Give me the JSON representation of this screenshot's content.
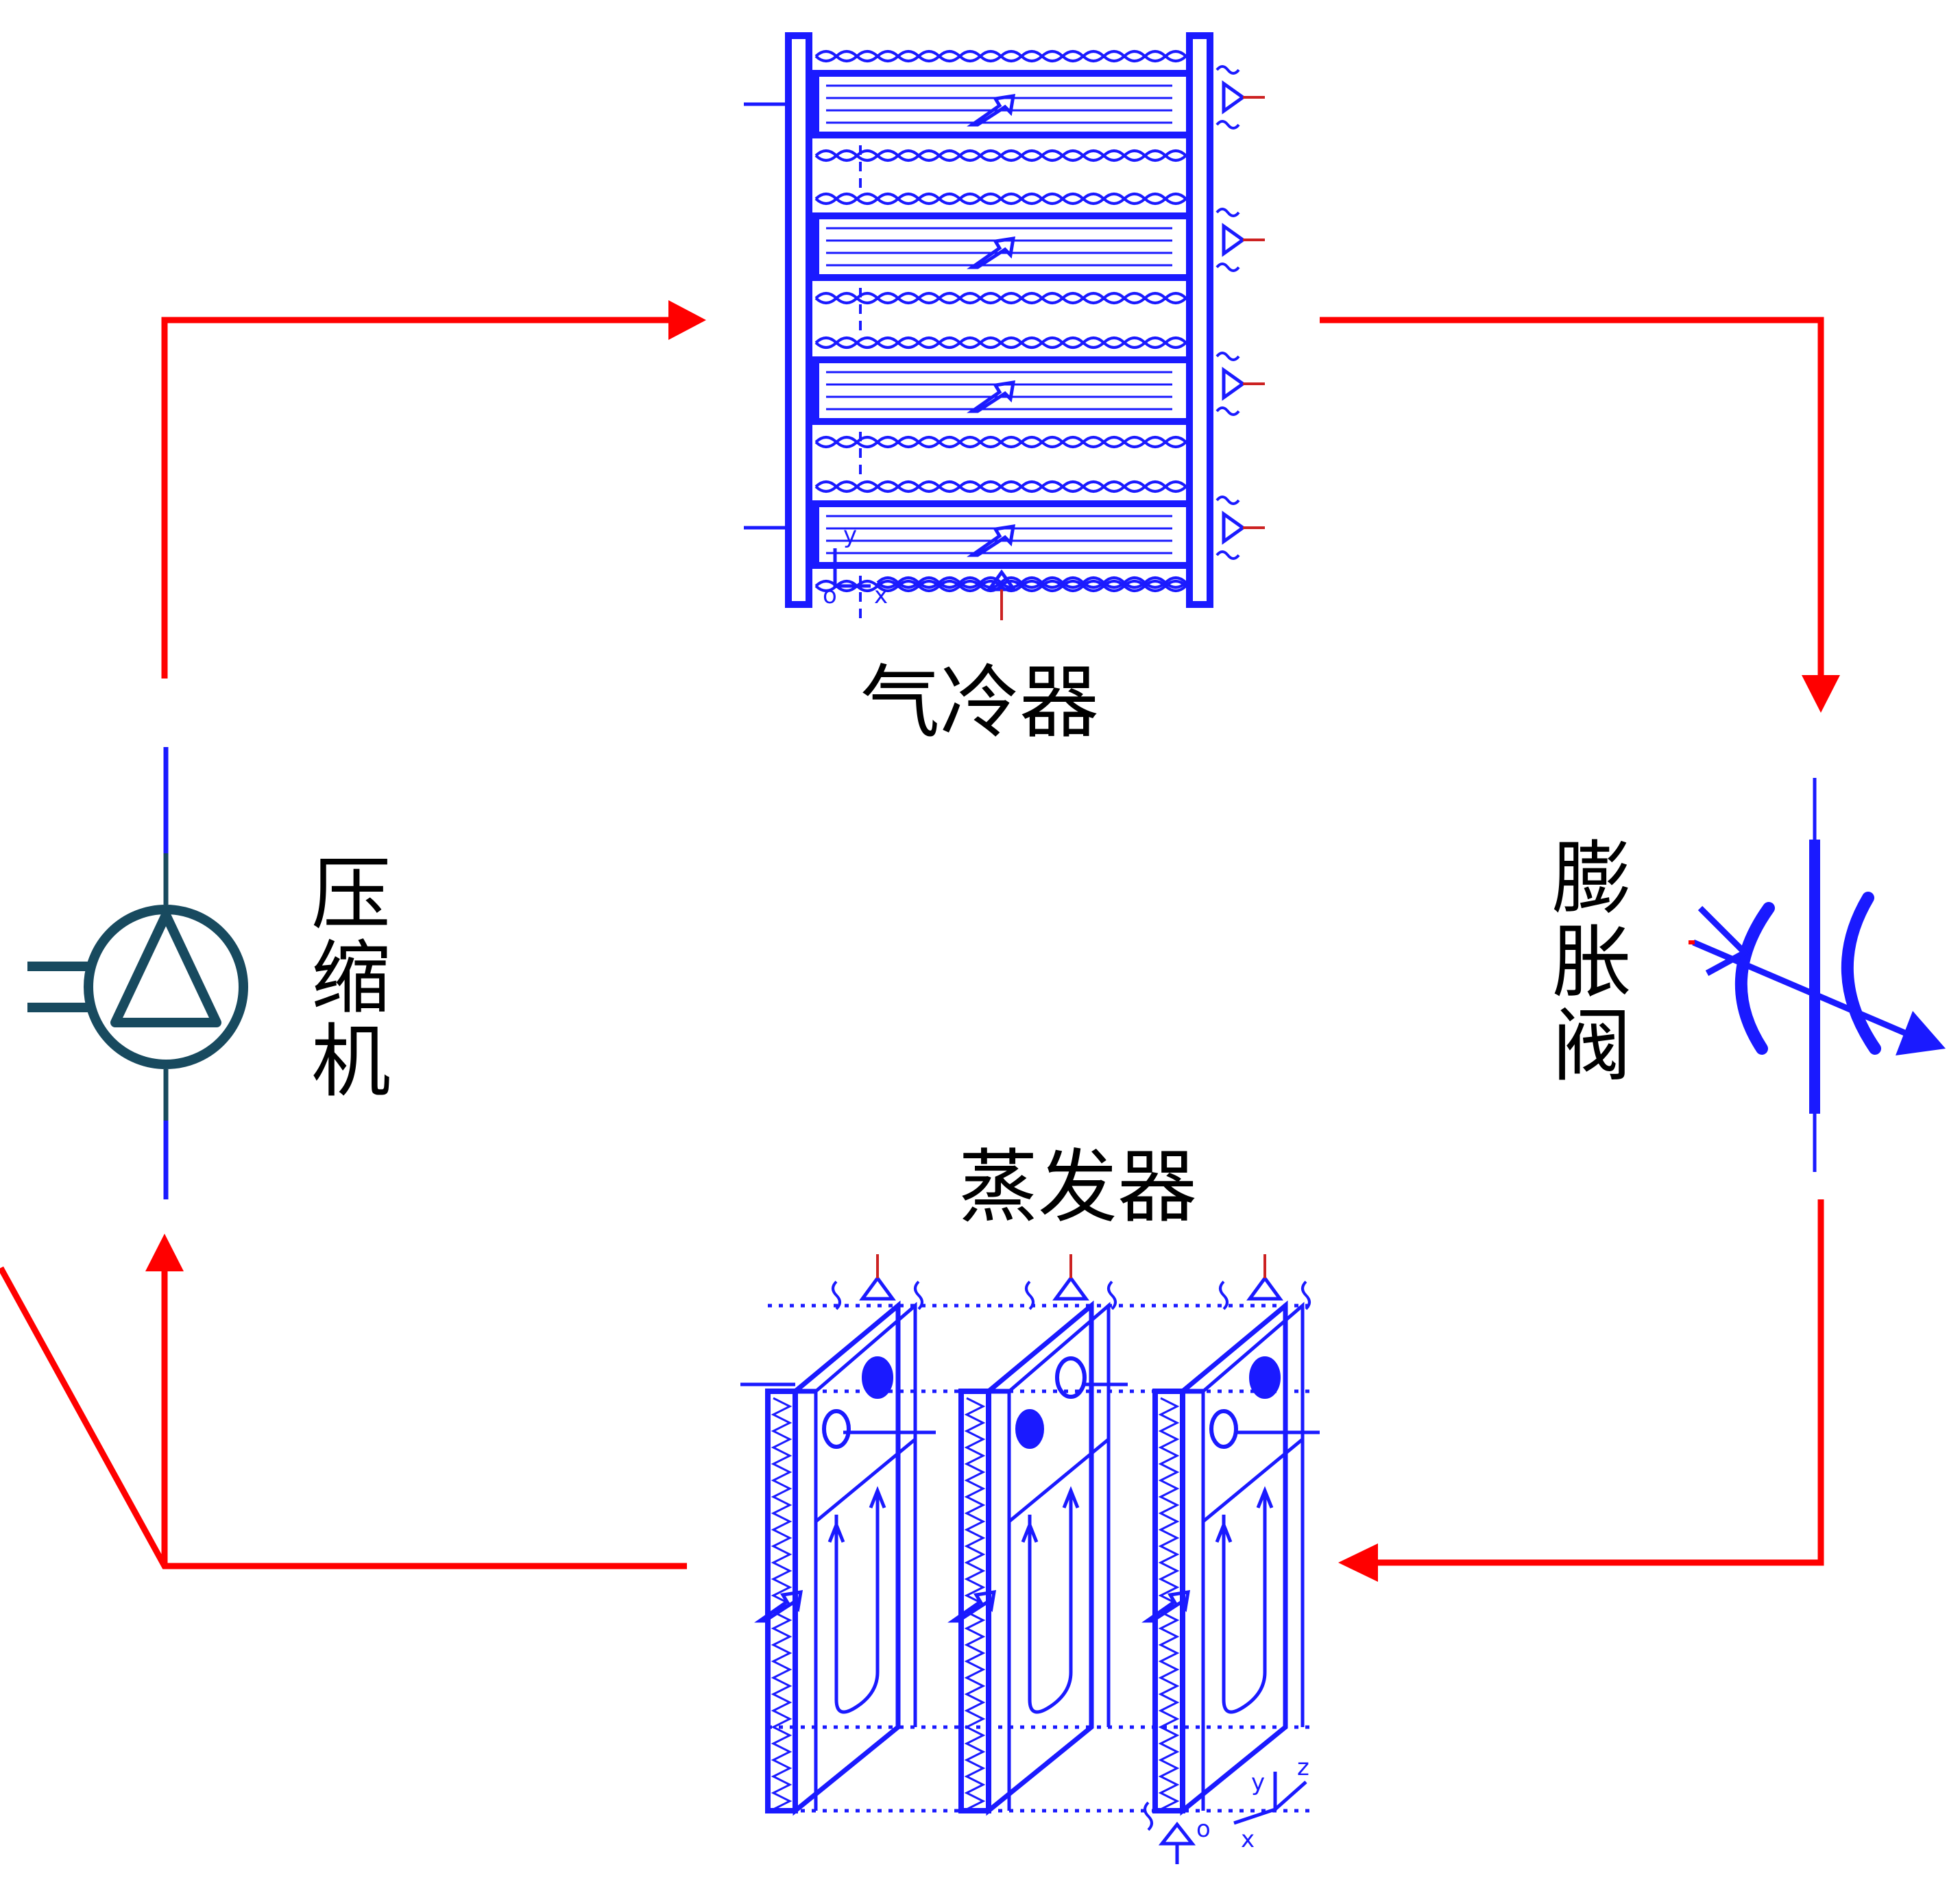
{
  "labels": {
    "gas_cooler": "气冷器",
    "compressor": [
      "压",
      "缩",
      "机"
    ],
    "expansion_valve": [
      "膨",
      "胀",
      "阀"
    ],
    "evaporator": "蒸发器"
  },
  "axis_labels": {
    "cooler_x": "x",
    "cooler_y": "y",
    "cooler_origin": "o",
    "evap_x": "x",
    "evap_y": "y",
    "evap_z": "z",
    "evap_origin": "o"
  },
  "colors": {
    "flow": "#ff0000",
    "component": "#1a1aff",
    "compressor": "#184a5f",
    "text": "#000000"
  }
}
